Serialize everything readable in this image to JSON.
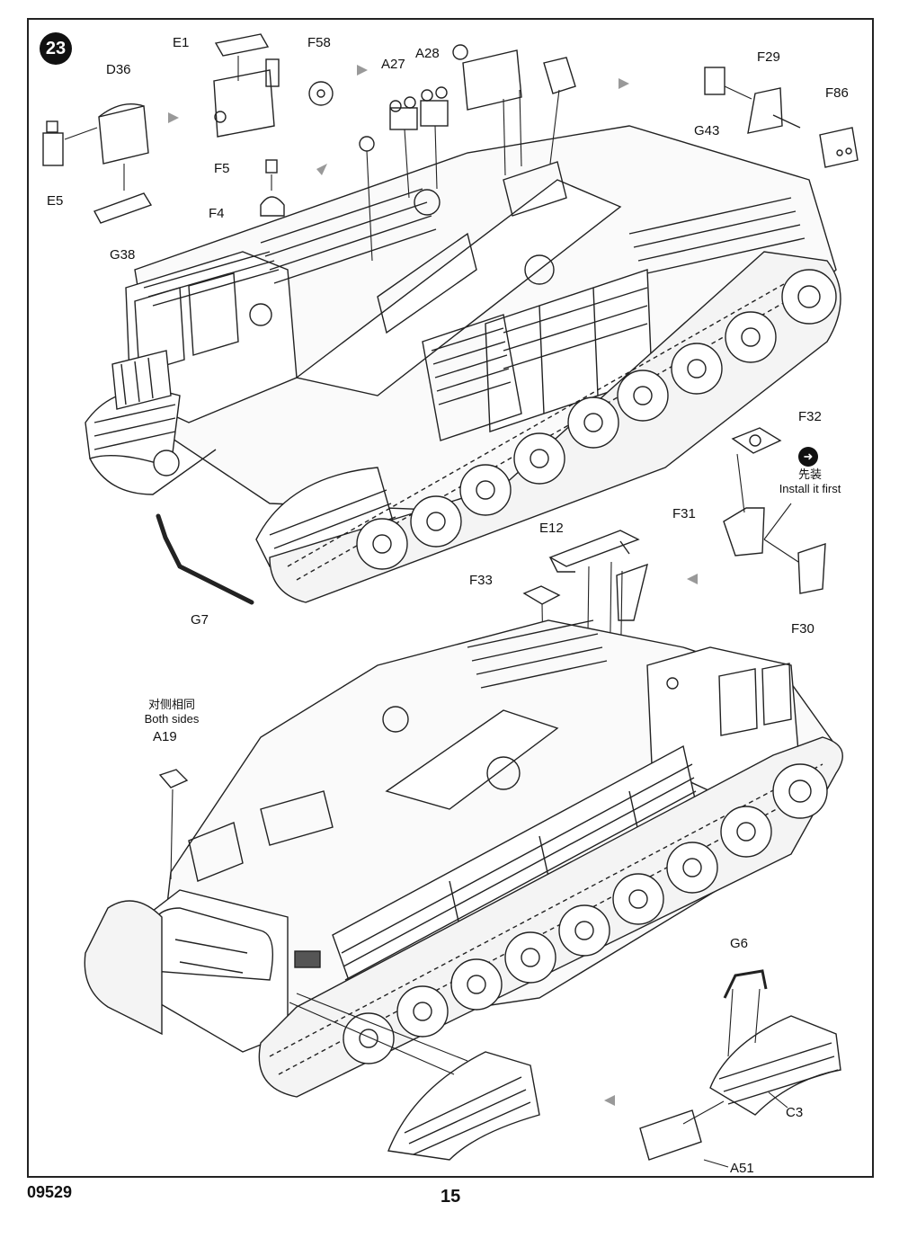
{
  "step": "23",
  "parts": {
    "E1": "E1",
    "F58": "F58",
    "D36": "D36",
    "E5": "E5",
    "G38": "G38",
    "F5": "F5",
    "F4": "F4",
    "A27": "A27",
    "A28": "A28",
    "F29": "F29",
    "F86": "F86",
    "G43": "G43",
    "F32": "F32",
    "F31": "F31",
    "F30": "F30",
    "E12": "E12",
    "F33": "F33",
    "G7": "G7",
    "A19": "A19",
    "G6": "G6",
    "C3": "C3",
    "A51": "A51"
  },
  "notes": {
    "install_first_cn": "先装",
    "install_first_en": "Install it first",
    "both_sides_cn": "对侧相同",
    "both_sides_en": "Both sides"
  },
  "icons": {
    "install_first": "arrow-circle-icon"
  },
  "footer": {
    "product_code": "09529",
    "page_number": "15"
  }
}
